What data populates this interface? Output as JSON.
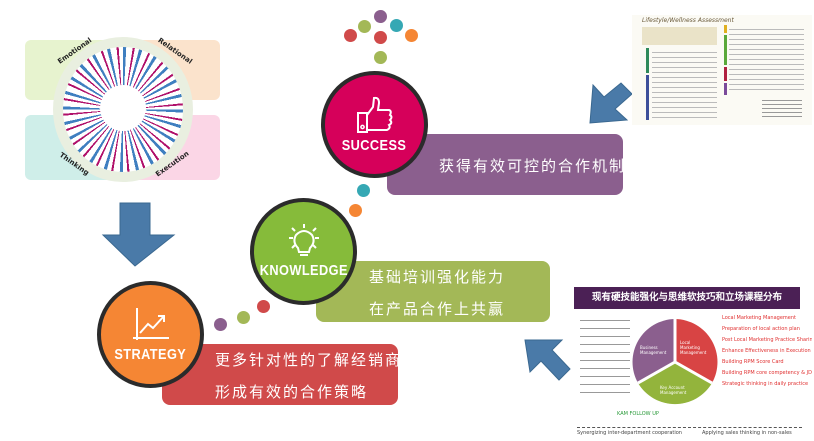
{
  "stages": {
    "success": {
      "label": "SUCCESS",
      "icon": "thumbs-up-icon",
      "color": "#d6005a",
      "box_color": "#8b5f8e",
      "lines": [
        "获得有效可控的合作机制"
      ]
    },
    "knowledge": {
      "label": "KNOWLEDGE",
      "icon": "lightbulb-icon",
      "color": "#86bb3a",
      "box_color": "#a3b857",
      "lines": [
        "基础培训强化能力",
        "在产品合作上共赢"
      ]
    },
    "strategy": {
      "label": "STRATEGY",
      "icon": "growth-chart-icon",
      "color": "#f58634",
      "box_color": "#d04a4a",
      "lines": [
        "更多针对性的了解经销商",
        "形成有效的合作策略"
      ]
    }
  },
  "strengths_wheel": {
    "quadrants": [
      "Emotional",
      "Relational",
      "Thinking",
      "Execution"
    ]
  },
  "assessment_sheet": {
    "title": "Lifestyle/Wellness Assessment"
  },
  "course_distribution": {
    "title": "现有硬技能强化与思维软技巧和立场课程分布",
    "segments": [
      "Business Management",
      "Local Marketing Management",
      "Key Account Management"
    ],
    "right_items": [
      "Local Marketing Management",
      "Preparation of local action plan",
      "Post Local Marketing Practice Sharing",
      "Enhance Effectiveness in Execution",
      "Building RPM Score Card",
      "Building RPM core competency & JD",
      "Strategic thinking in daily practice"
    ],
    "bottom_left": "KAM FOLLOW UP",
    "footer_left": "Synergizing inter-department cooperation",
    "footer_right": "Applying sales thinking in non-sales"
  },
  "colors": {
    "arrow": "#4a7aa8",
    "dark_border": "#2b2b2b"
  }
}
